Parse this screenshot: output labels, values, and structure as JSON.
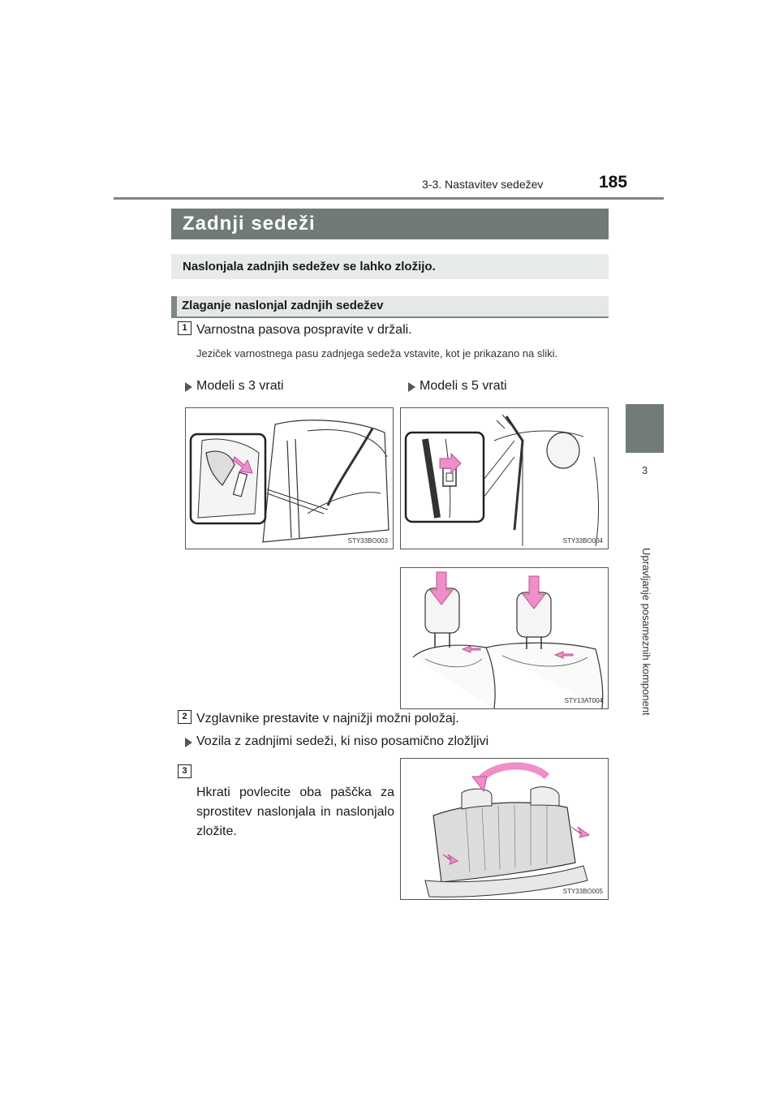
{
  "header": {
    "section": "3-3. Nastavitev sedežev",
    "page_number": "185"
  },
  "side_tab": {
    "chapter_number": "3",
    "chapter_title": "Upravljanje posameznih komponent"
  },
  "title": "Zadnji sedeži",
  "intro": "Naslonjala zadnjih sedežev se lahko zložijo.",
  "subheading": "Zlaganje naslonjal zadnjih sedežev",
  "steps": [
    {
      "number": "1",
      "text": "Varnostna pasova pospravite v držali.",
      "note": "Jeziček varnostnega pasu zadnjega sedeža vstavite, kot je prikazano na sliki."
    },
    {
      "number": "2",
      "text": "Vzglavnike prestavite v najnižji možni položaj."
    },
    {
      "number": "3",
      "text": "Hkrati povlecite oba paščka za sprostitev naslonjala in naslonjalo zložite."
    }
  ],
  "variants": {
    "three_door": "Modeli s 3 vrati",
    "five_door": "Modeli s 5 vrati",
    "non_split": "Vozila z zadnjimi sedeži, ki niso posamično zložljivi"
  },
  "figures": {
    "fig1_code": "STY33BO003",
    "fig2_code": "STY33BO004",
    "fig3_code": "STY13AT004",
    "fig4_code": "STY33BO005"
  },
  "colors": {
    "band": "#717a79",
    "arrow_pink": "#ee8fc8",
    "light_box": "#e8ebec"
  }
}
